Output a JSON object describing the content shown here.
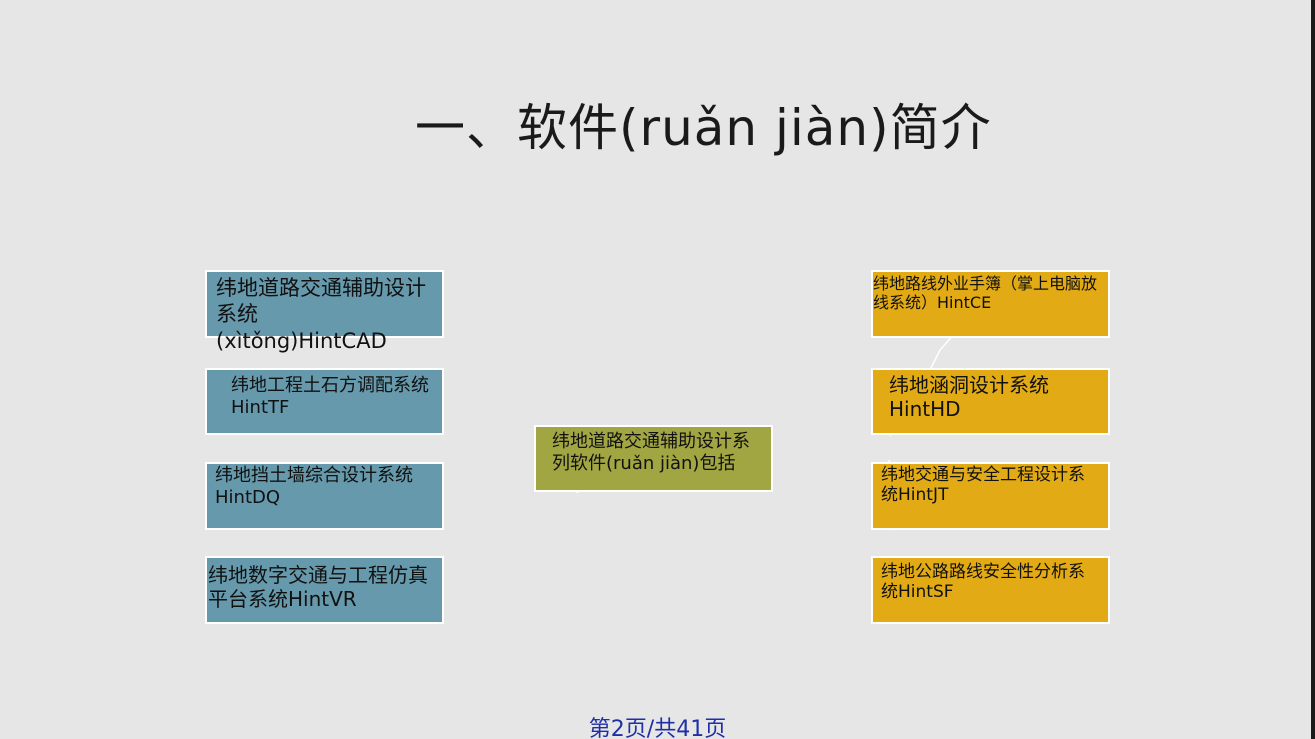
{
  "slide": {
    "title": "一、软件(ruǎn jiàn)简介",
    "center": {
      "label": "纬地道路交通辅助设计系列软件(ruǎn jiàn)包括"
    },
    "left_items": [
      {
        "label": "纬地道路交通辅助设计系统\n(xìtǒng)HintCAD"
      },
      {
        "label": "纬地工程土石方调配系统HintTF"
      },
      {
        "label": "纬地挡土墙综合设计系统HintDQ"
      },
      {
        "label": "纬地数字交通与工程仿真平台系统HintVR"
      }
    ],
    "right_items": [
      {
        "label": "纬地路线外业手簿（掌上电脑放线系统）HintCE"
      },
      {
        "label": "纬地涵洞设计系统HintHD"
      },
      {
        "label": "纬地交通与安全工程设计系统HintJT"
      },
      {
        "label": "纬地公路路线安全性分析系统HintSF"
      }
    ],
    "footer": "第2页/共41页",
    "colors": {
      "background": "#e6e6e6",
      "left_box": "#6599ab",
      "right_box": "#e2aa14",
      "center_box": "#a1a542",
      "footer_text": "#1f2fa5"
    }
  }
}
